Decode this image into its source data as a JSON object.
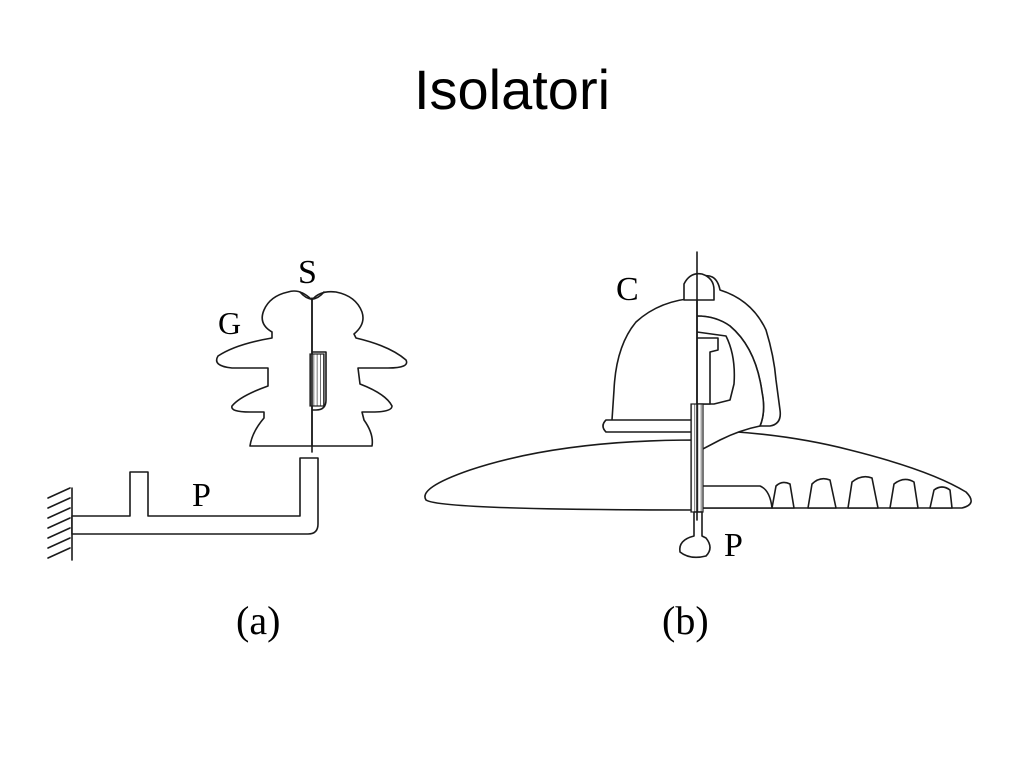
{
  "slide": {
    "title": "Isolatori"
  },
  "diagram_a": {
    "label_s": "S",
    "label_g": "G",
    "label_p": "P",
    "caption": "(a)"
  },
  "diagram_b": {
    "label_c": "C",
    "label_p": "P",
    "caption": "(b)"
  },
  "colors": {
    "ink": "#1a1a1a",
    "background": "#ffffff",
    "dotted_fill": "#bdbdbd"
  }
}
